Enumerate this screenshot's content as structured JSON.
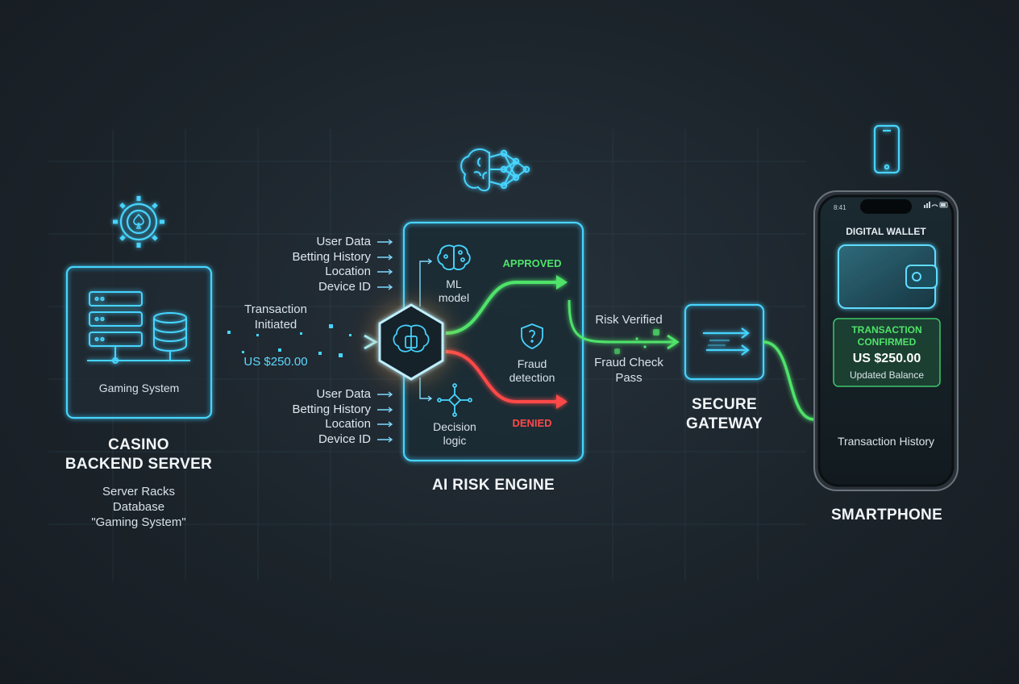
{
  "casino": {
    "title_line1": "CASINO",
    "title_line2": "BACKEND SERVER",
    "box_label": "Gaming System",
    "details": [
      "Server Racks",
      "Database",
      "\"Gaming System\""
    ],
    "gear_icon": "gear-spade-icon",
    "server_icon": "server-rack-icon",
    "database_icon": "database-icon"
  },
  "flow": {
    "initiated_line1": "Transaction",
    "initiated_line2": "Initiated",
    "amount": "US $250.00"
  },
  "engine": {
    "title": "AI RISK ENGINE",
    "inputs_top": [
      "User Data",
      "Betting History",
      "Location",
      "Device ID"
    ],
    "inputs_bottom": [
      "User Data",
      "Betting History",
      "Location",
      "Device ID"
    ],
    "ml_line1": "ML",
    "ml_line2": "model",
    "fraud_line1": "Fraud",
    "fraud_line2": "detection",
    "decision_line1": "Decision",
    "decision_line2": "logic",
    "approved": "APPROVED",
    "denied": "DENIED",
    "brain_icon": "brain-network-icon"
  },
  "gateway": {
    "risk_verified": "Risk Verified",
    "fraud_check_line1": "Fraud Check",
    "fraud_check_line2": "Pass",
    "title_line1": "SECURE",
    "title_line2": "GATEWAY"
  },
  "phone": {
    "time": "8:41",
    "wallet_title": "DIGITAL WALLET",
    "confirmed_line1": "TRANSACTION",
    "confirmed_line2": "CONFIRMED",
    "amount": "US $250.00",
    "balance": "Updated Balance",
    "history": "Transaction History",
    "title": "SMARTPHONE"
  },
  "colors": {
    "cyan": "#46d4ff",
    "green": "#4fe36a",
    "red": "#ff4a4a",
    "orange": "#ff9a3c",
    "background": "#1c242b"
  }
}
